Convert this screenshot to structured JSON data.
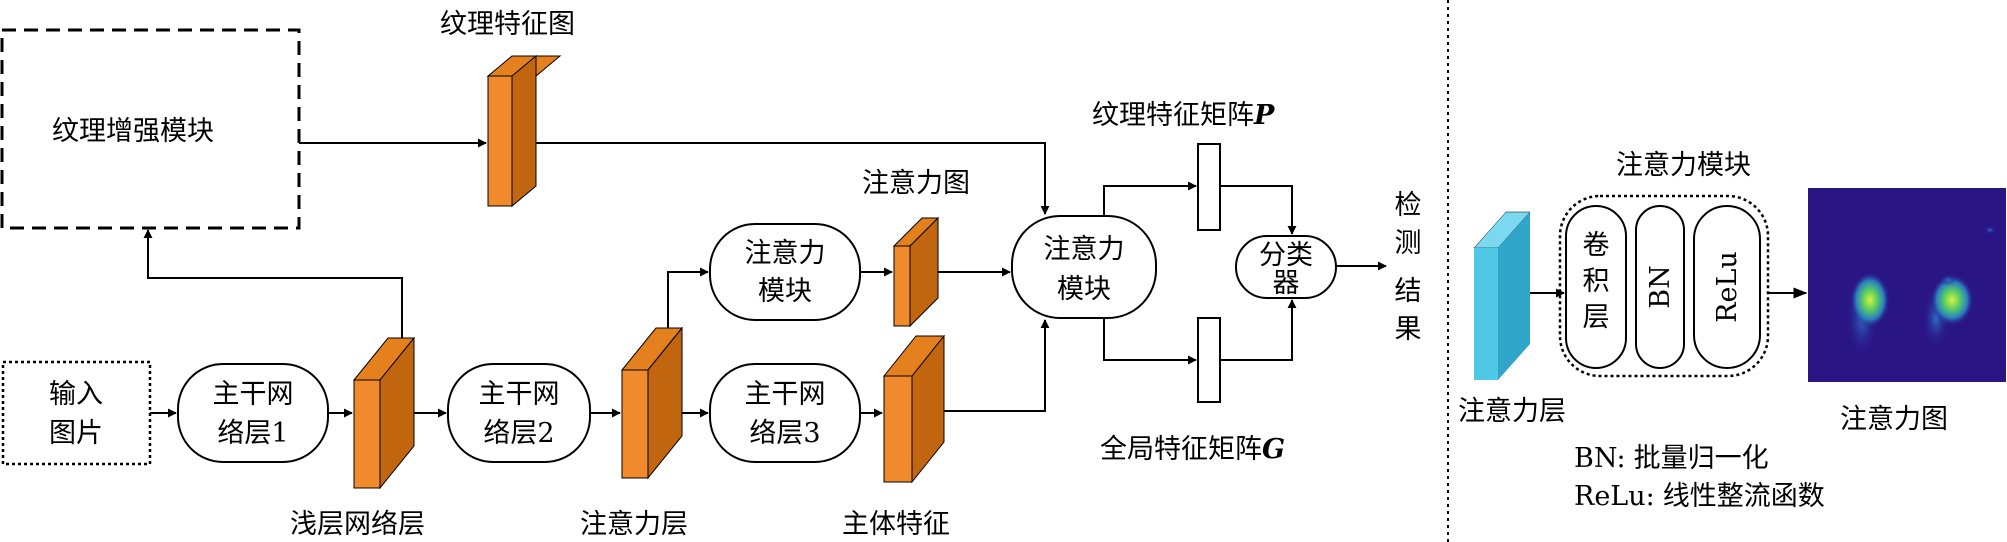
{
  "left_panel": {
    "texture_module": {
      "label": "纹理增强模块"
    },
    "texture_feature_map": {
      "label": "纹理特征图"
    },
    "input": {
      "lines": [
        "输入",
        "图片"
      ]
    },
    "backbone_1": {
      "lines": [
        "主干网",
        "络层1"
      ]
    },
    "backbone_2": {
      "lines": [
        "主干网",
        "络层2"
      ]
    },
    "backbone_3": {
      "lines": [
        "主干网",
        "络层3"
      ]
    },
    "shallow_layer": {
      "label": "浅层网络层"
    },
    "attention_layer": {
      "label": "注意力层"
    },
    "main_feature": {
      "label": "主体特征"
    },
    "attention_module_small": {
      "lines": [
        "注意力",
        "模块"
      ]
    },
    "attention_map": {
      "label": "注意力图"
    },
    "attention_module_main": {
      "lines": [
        "注意力",
        "模块"
      ]
    },
    "texture_matrix": {
      "label": "纹理特征矩阵",
      "symbol": "P"
    },
    "global_matrix": {
      "label": "全局特征矩阵",
      "symbol": "G"
    },
    "classifier": {
      "lines": [
        "分类",
        "器"
      ]
    },
    "result": {
      "chars": [
        "检",
        "测",
        "结",
        "果"
      ]
    }
  },
  "right_panel": {
    "title": "注意力模块",
    "attention_layer_label": "注意力层",
    "attention_map_label": "注意力图",
    "conv_layer": {
      "chars": [
        "卷",
        "积",
        "层"
      ]
    },
    "bn": "BN",
    "relu": "ReLu",
    "legend": [
      {
        "key": "BN:",
        "value": "批量归一化"
      },
      {
        "key": "ReLu:",
        "value": "线性整流函数"
      }
    ]
  },
  "colors": {
    "orange_front": "#F08A2C",
    "orange_side": "#C2650F",
    "cyan_front": "#4FC8E8",
    "cyan_side": "#2FA6C9",
    "heatmap_bg": "#2A1585",
    "heatmap_hot": "#B8F030",
    "line": "#000000"
  }
}
